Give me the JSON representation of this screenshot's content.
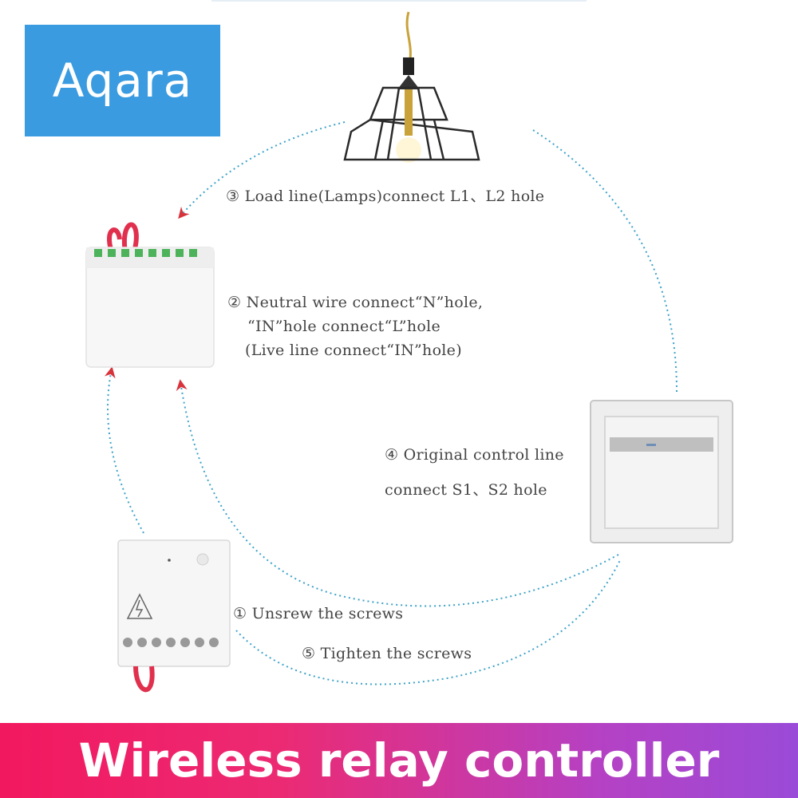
{
  "logo": {
    "text": "Aqara"
  },
  "steps": {
    "step1": "① Unsrew the screws",
    "step2_line1": "② Neutral wire connect“N”hole,",
    "step2_line2": "“IN”hole connect“L”hole",
    "step2_line3": "(Live line connect“IN”hole)",
    "step3": "③ Load line(Lamps)connect L1、L2 hole",
    "step4_line1": "④ Original control line",
    "step4_line2": "connect S1、S2 hole",
    "step5": "⑤ Tighten the screws"
  },
  "banner": {
    "title": "Wireless relay controller"
  },
  "colors": {
    "logo_bg": "#3a9be0",
    "dotted_line": "#3fa3c9",
    "arrow": "#d8323a",
    "wire": "#e0304e"
  }
}
